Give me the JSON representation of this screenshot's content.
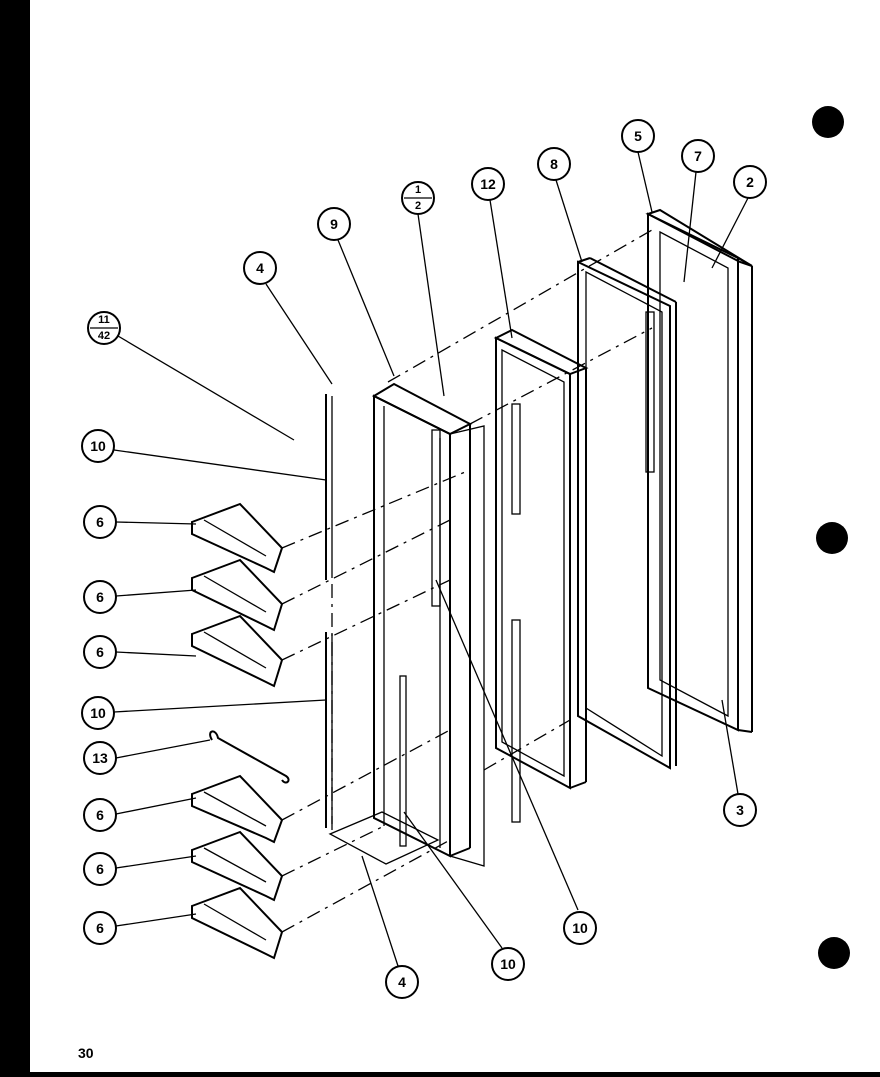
{
  "page_number": "30",
  "callouts": {
    "c1": "5",
    "c2": "7",
    "c3": "2",
    "c4": "8",
    "c5": "12",
    "c6_top": "1",
    "c6_bottom": "2",
    "c7": "9",
    "c8": "4",
    "c9_top": "11",
    "c9_bottom": "42",
    "c10": "10",
    "c11": "6",
    "c12": "6",
    "c13": "6",
    "c14": "10",
    "c15": "13",
    "c16": "6",
    "c17": "6",
    "c18": "6",
    "c19": "4",
    "c20": "10",
    "c21": "10",
    "c22": "3"
  }
}
